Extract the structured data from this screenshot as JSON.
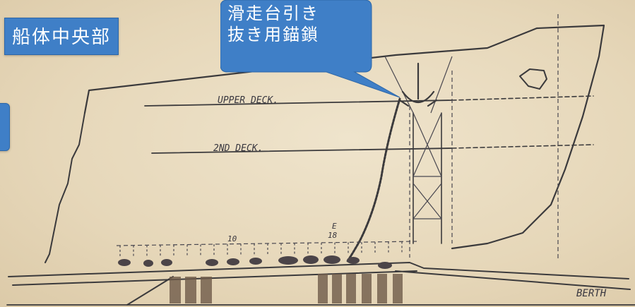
{
  "section_label": "船体中央部",
  "edge_label": "",
  "callout": {
    "line1": "滑走台引き",
    "line2": "抜き用錨鎖"
  },
  "drawing_text": {
    "upper_deck": "UPPER DECK.",
    "second_deck": "2ND   DECK.",
    "berth": "BERTH",
    "mark_10": "10",
    "mark_e": "E",
    "mark_18": "18"
  },
  "colors": {
    "label_bg": "#3f7fc7",
    "paper": "#e9dcc2",
    "ink": "#3b3a3c"
  }
}
